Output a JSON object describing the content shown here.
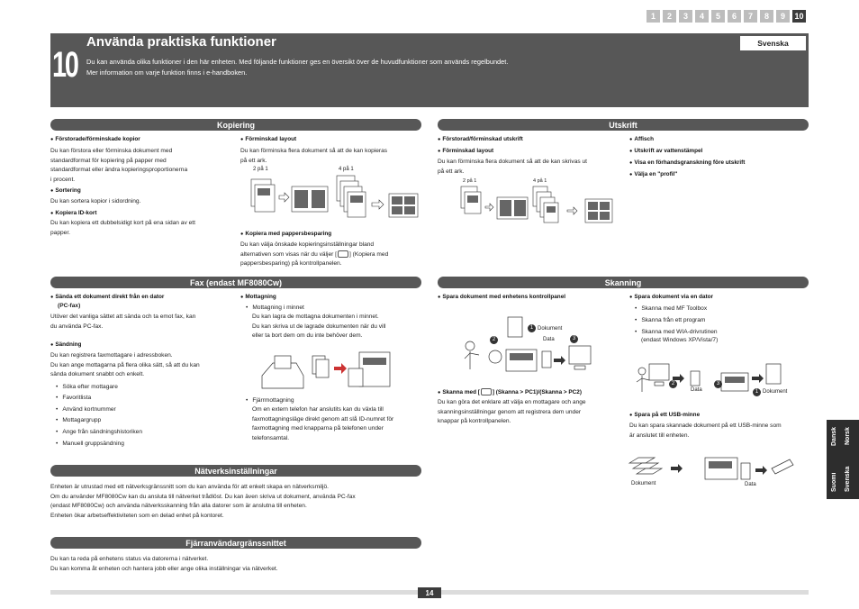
{
  "nav": {
    "chapters": [
      "1",
      "2",
      "3",
      "4",
      "5",
      "6",
      "7",
      "8",
      "9",
      "10"
    ],
    "active": "10"
  },
  "header": {
    "chapter_number": "10",
    "title": "Använda praktiska funktioner",
    "intro_line1": "Du kan använda olika funktioner i den här enheten. Med följande funktioner ges en översikt över de huvudfunktioner som används regelbundet.",
    "intro_line2": "Mer information om varje funktion finns i e-handboken.",
    "language": "Svenska"
  },
  "kopiering": {
    "title": "Kopiering",
    "h1": "Förstorade/förminskade kopior",
    "p1": [
      "Du kan förstora eller förminska dokument med",
      "standardformat för kopiering på papper med",
      "standardformat eller ändra kopieringsproportionerna",
      "i procent."
    ],
    "h2": "Sortering",
    "p2": "Du kan sortera kopior i sidordning.",
    "h3": "Kopiera ID-kort",
    "p3": [
      "Du kan kopiera ett dubbelsidigt kort på ena sidan av ett",
      "papper."
    ],
    "h4": "Förminskad layout",
    "p4": [
      "Du kan förminska flera dokument så att de kan kopieras",
      "på ett ark."
    ],
    "label_2pa1": "2 på 1",
    "label_4pa1": "4 på 1",
    "h5": "Kopiera med pappersbesparing",
    "p5": [
      "Du kan välja önskade kopieringsinställningar bland",
      "alternativen som visas när du väljer [",
      "] (Kopiera med",
      "pappersbesparing) på kontrollpanelen."
    ]
  },
  "utskrift": {
    "title": "Utskrift",
    "h1": "Förstorad/förminskad utskrift",
    "h2": "Förminskad layout",
    "p2": [
      "Du kan förminska flera dokument så att de kan skrivas ut",
      "på ett ark."
    ],
    "label_2pa1": "2 på 1",
    "label_4pa1": "4 på 1",
    "h3": "Affisch",
    "h4": "Utskrift av vattenstämpel",
    "h5": "Visa en förhandsgranskning före utskrift",
    "h6": "Välja en \"profil\""
  },
  "fax": {
    "title": "Fax (endast MF8080Cw)",
    "h1": "Sända ett dokument direkt från en dator",
    "h1b": "(PC-fax)",
    "p1": [
      "Utöver det vanliga sättet att sända och ta emot fax, kan",
      "du använda PC-fax."
    ],
    "h2": "Sändning",
    "p2": [
      "Du kan registrera faxmottagare i adressboken.",
      "Du kan ange mottagarna på flera olika sätt, så att du kan",
      "sända dokument snabbt och enkelt."
    ],
    "list": [
      "Söka efter mottagare",
      "Favoritlista",
      "Använd kortnummer",
      "Mottagargrupp",
      "Ange från sändningshistoriken",
      "Manuell gruppsändning"
    ],
    "h3": "Mottagning",
    "sub1": "Mottagning i minnet",
    "sub1_p": [
      "Du kan lagra de mottagna dokumenten i minnet.",
      "Du kan skriva ut de lagrade dokumenten när du vill",
      "eller ta bort dem om du inte behöver dem."
    ],
    "sub2": "Fjärrmottagning",
    "sub2_p": [
      "Om en extern telefon har anslutits kan du växla till",
      "faxmottagningsläge direkt genom att slå ID-numret för",
      "faxmottagning med knapparna på telefonen under",
      "telefonsamtal."
    ]
  },
  "skanning": {
    "title": "Skanning",
    "h1": "Spara dokument med enhetens kontrollpanel",
    "label_dokument": "Dokument",
    "label_data": "Data",
    "h2a": "Skanna med [",
    "h2b": "] (Skanna > PC1)/(Skanna > PC2)",
    "p2": [
      "Du kan göra det enklare att välja en mottagare och ange",
      "skanningsinställningar genom att registrera dem under",
      "knappar på kontrollpanelen."
    ],
    "h3": "Spara dokument via en dator",
    "list": [
      "Skanna med MF Toolbox",
      "Skanna från ett program",
      "Skanna med WIA-drivrutinen"
    ],
    "list_note": "(endast Windows XP/Vista/7)",
    "h4": "Spara på ett USB-minne",
    "p4": [
      "Du kan spara skannade dokument på ett USB-minne som",
      "är anslutet till enheten."
    ]
  },
  "natverk": {
    "title": "Nätverksinställningar",
    "p": [
      "Enheten är utrustad med ett nätverksgränssnitt som du kan använda för att enkelt skapa en nätverksmiljö.",
      "Om du använder MF8080Cw kan du ansluta till nätverket trådlöst. Du kan även skriva ut dokument, använda PC-fax",
      "(endast MF8080Cw) och använda nätverksskanning från alla datorer som är anslutna till enheten.",
      "Enheten ökar arbetseffektiviteten som en delad enhet på kontoret."
    ]
  },
  "fjarr": {
    "title": "Fjärranvändargränssnittet",
    "p": [
      "Du kan ta reda på enhetens status via datorerna i nätverket.",
      "Du kan komma åt enheten och hantera jobb eller ange olika inställningar via nätverket."
    ]
  },
  "side": {
    "col1a": "Dansk",
    "col1b": "Suomi",
    "col2a": "Norsk",
    "col2b": "Svenska"
  },
  "footer": {
    "page": "14"
  }
}
